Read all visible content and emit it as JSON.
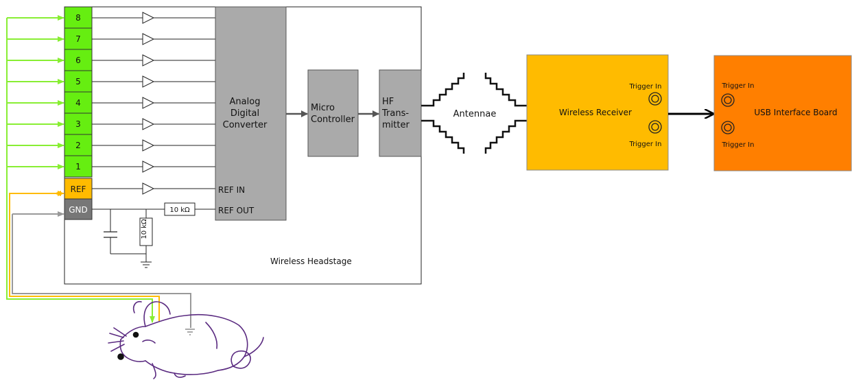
{
  "colors": {
    "channel_green": "#66ee11",
    "ref_orange": "#ffbb00",
    "gnd_gray": "#777777",
    "block_gray": "#aaaaaa",
    "receiver_yellow": "#ffbb00",
    "usb_orange": "#ff7f00",
    "wire_light_green": "#88ee33",
    "wire_yellow": "#ffbb00",
    "wire_gray": "#999999",
    "rat_outline": "#5a2a80"
  },
  "channels": [
    "8",
    "7",
    "6",
    "5",
    "4",
    "3",
    "2",
    "1"
  ],
  "ref_label": "REF",
  "gnd_label": "GND",
  "adc": {
    "lines": [
      "Analog",
      "Digital",
      "Converter"
    ],
    "ref_in": "REF IN",
    "ref_out": "REF OUT"
  },
  "resistor_horizontal": "10 kΩ",
  "resistor_vertical": "10 kΩ",
  "headstage_label": "Wireless Headstage",
  "micro": {
    "lines": [
      "Micro",
      "Controller"
    ]
  },
  "hf": {
    "lines": [
      "HF",
      "Trans-",
      "mitter"
    ]
  },
  "antennae_label": "Antennae",
  "receiver": {
    "label": "Wireless Receiver",
    "trigger_top": "Trigger In",
    "trigger_bottom": "Trigger In"
  },
  "usb": {
    "label": "USB Interface Board",
    "trigger_top": "Trigger In",
    "trigger_bottom": "Trigger In"
  },
  "icons": [
    "amplifier-icon",
    "capacitor-icon",
    "resistor-icon",
    "ground-icon",
    "bnc-connector-icon",
    "antenna-icon",
    "rat-icon"
  ]
}
